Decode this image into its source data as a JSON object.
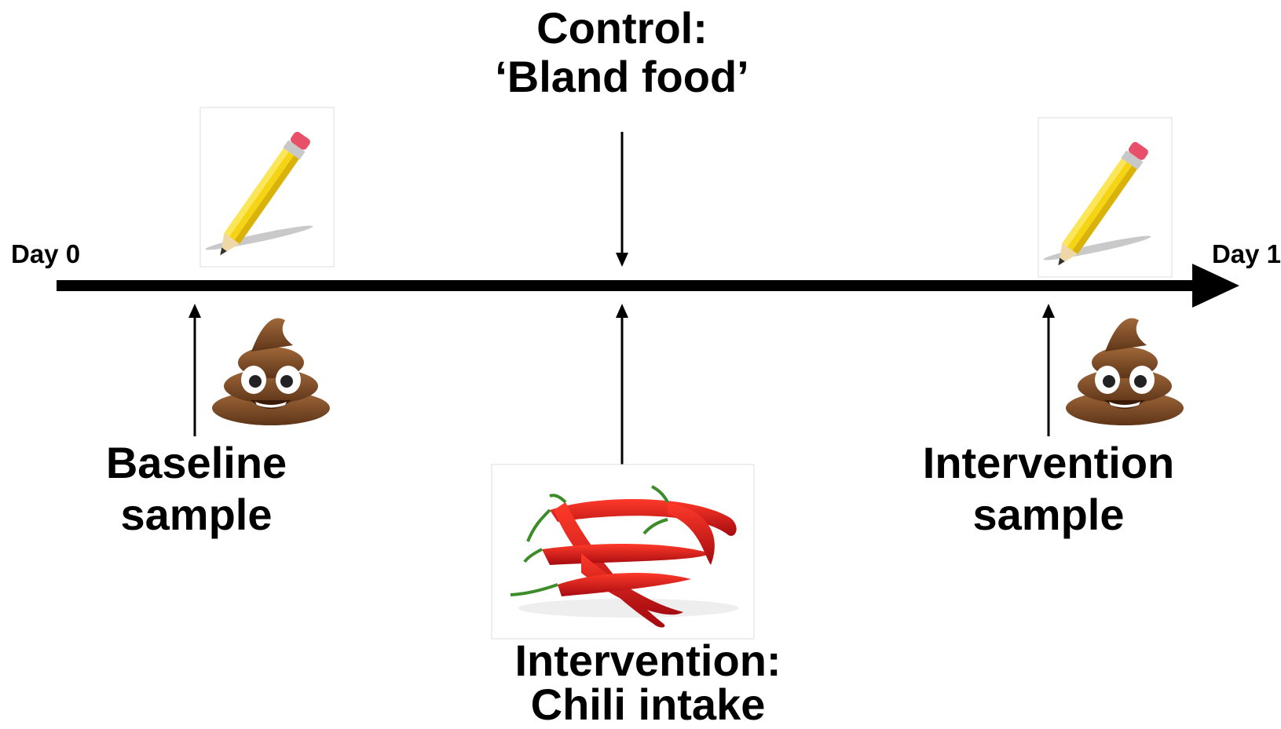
{
  "labels": {
    "day_start": "Day 0",
    "day_end": "Day 1",
    "control_line1": "Control:",
    "control_line2": "‘Bland food’",
    "baseline_line1": "Baseline",
    "baseline_line2": "sample",
    "intervention_sample_line1": "Intervention",
    "intervention_sample_line2": "sample",
    "intervention_line1": "Intervention:",
    "intervention_line2": "Chili intake"
  },
  "icons": {
    "record": "pencil-icon",
    "sample": "poop-emoji-icon",
    "food": "chili-peppers-image"
  },
  "colors": {
    "timeline": "#000000",
    "pencil_yellow": "#f5d315",
    "eraser_pink": "#e8506a",
    "poop_brown": "#7a4a26",
    "chili_red": "#c8141a",
    "stem_green": "#3d8c2a"
  }
}
